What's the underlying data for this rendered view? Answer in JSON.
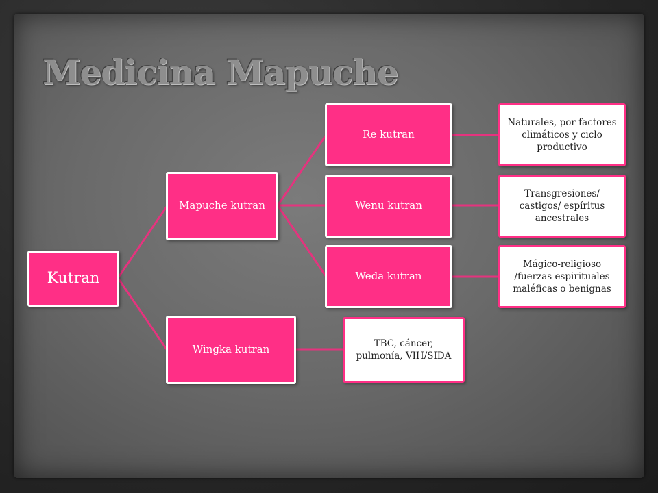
{
  "title": "Medicina Mapuche",
  "colors": {
    "accent": "#ff2f86",
    "box_text": "#ffffff",
    "leaf_text": "#222222",
    "line": "#e5337e"
  },
  "diagram": {
    "root": "Kutran",
    "mapuche_kutran": "Mapuche kutran",
    "wingka_kutran": "Wingka kutran",
    "re_kutran": "Re kutran",
    "wenu_kutran": "Wenu kutran",
    "weda_kutran": "Weda kutran",
    "re_desc": "Naturales, por factores climáticos y ciclo productivo",
    "wenu_desc": "Transgresiones/ castigos/ espíritus ancestrales",
    "weda_desc": "Mágico-religioso /fuerzas espirituales maléficas o benignas",
    "wingka_desc": "TBC, cáncer, pulmonía, VIH/SIDA"
  }
}
